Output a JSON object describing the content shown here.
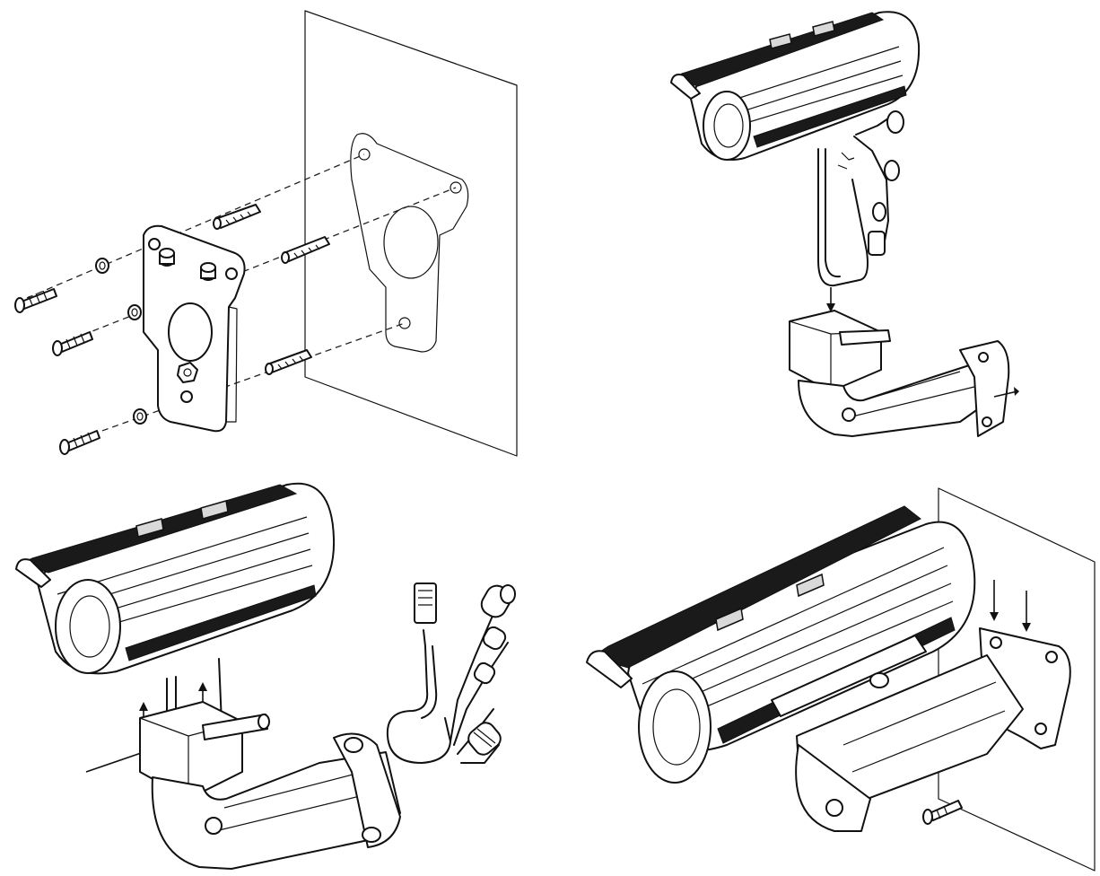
{
  "figure": {
    "panels": [
      {
        "id": "step-1",
        "subject": "wall-plate-mounting"
      },
      {
        "id": "step-2",
        "subject": "camera-onto-bracket"
      },
      {
        "id": "step-3",
        "subject": "cable-routing"
      },
      {
        "id": "step-4",
        "subject": "wall-installed-camera"
      }
    ]
  },
  "colors": {
    "line": "#111111",
    "paper": "#ffffff",
    "band": "#1a1a1a"
  }
}
